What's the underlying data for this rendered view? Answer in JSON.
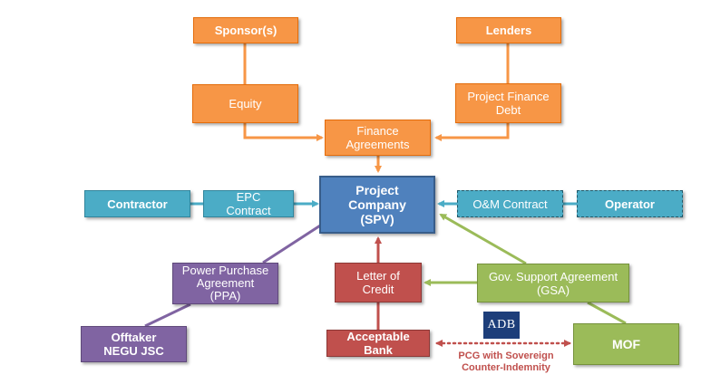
{
  "nodes": {
    "sponsors": "Sponsor(s)",
    "lenders": "Lenders",
    "equity": "Equity",
    "project_finance_debt": [
      "Project Finance",
      "Debt"
    ],
    "finance_agreements": [
      "Finance",
      "Agreements"
    ],
    "project_company": [
      "Project",
      "Company",
      "(SPV)"
    ],
    "contractor": "Contractor",
    "epc_contract": [
      "EPC",
      "Contract"
    ],
    "om_contract": "O&M Contract",
    "operator": "Operator",
    "ppa": [
      "Power Purchase",
      "Agreement",
      "(PPA)"
    ],
    "letter_of_credit": [
      "Letter of",
      "Credit"
    ],
    "gsa": [
      "Gov. Support Agreement",
      "(GSA)"
    ],
    "offtaker": [
      "Offtaker",
      "NEGU JSC"
    ],
    "acceptable_bank": [
      "Acceptable",
      "Bank"
    ],
    "mof": "MOF"
  },
  "logo": "ADB",
  "pcg_label": [
    "PCG with Sovereign",
    "Counter-Indemnity"
  ],
  "colors": {
    "orange": "#f79646",
    "blue": "#4f81bd",
    "teal": "#4bacc6",
    "purple": "#8064a2",
    "red": "#c0504d",
    "green": "#9bbb59"
  }
}
